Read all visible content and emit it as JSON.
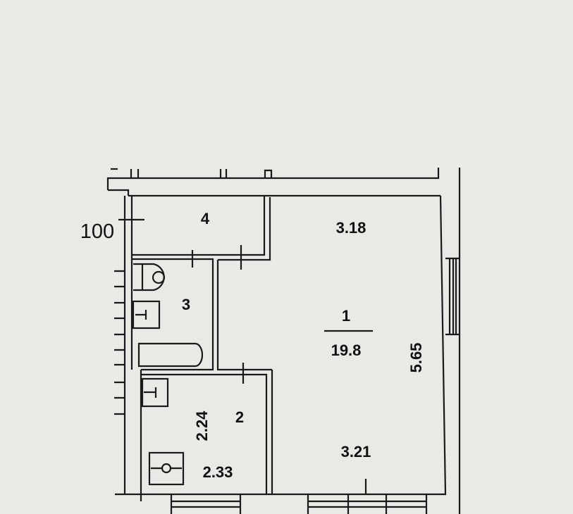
{
  "plan": {
    "label_100": "100",
    "rooms": [
      {
        "number": "1",
        "area": "19.8",
        "width_top": "3.18",
        "width_bottom": "3.21",
        "length": "5.65"
      },
      {
        "number": "2",
        "width": "2.33",
        "length": "2.24"
      },
      {
        "number": "3"
      },
      {
        "number": "4"
      }
    ]
  }
}
